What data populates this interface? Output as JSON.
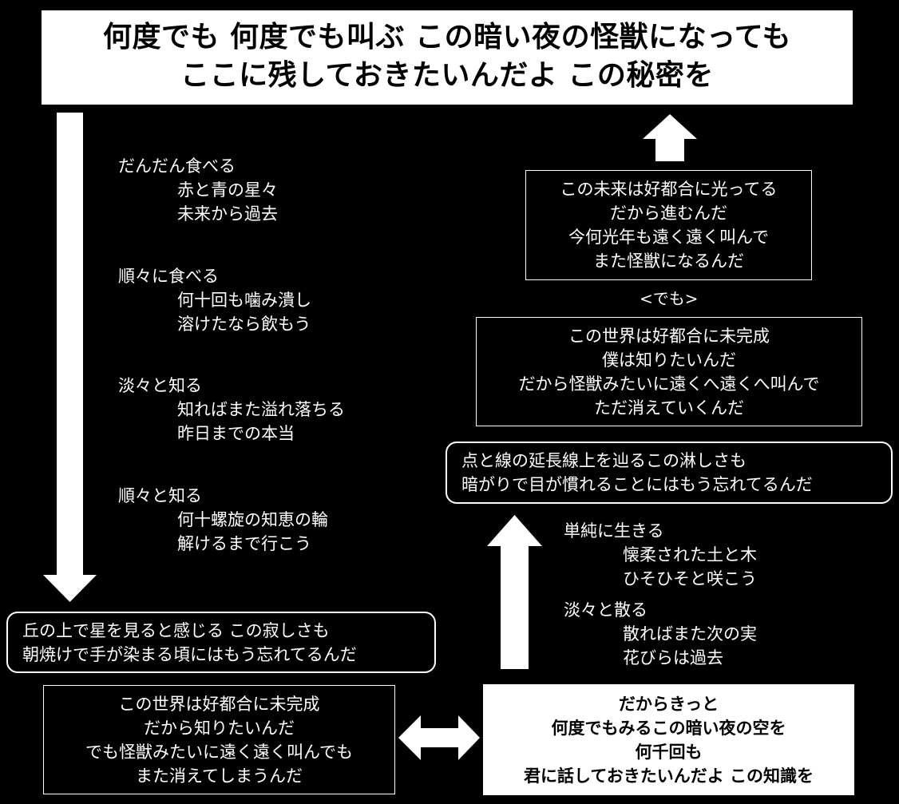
{
  "title": {
    "line1": "何度でも 何度でも叫ぶ この暗い夜の怪獣になっても",
    "line2": "ここに残しておきたいんだよ この秘密を"
  },
  "left_stanzas": [
    {
      "first": "だんだん食べる",
      "lines": [
        "赤と青の星々",
        "未来から過去"
      ]
    },
    {
      "first": "順々に食べる",
      "lines": [
        "何十回も噛み潰し",
        "溶けたなら飲もう"
      ]
    },
    {
      "first": "淡々と知る",
      "lines": [
        "知ればまた溢れ落ちる",
        "昨日までの本当"
      ]
    },
    {
      "first": "順々と知る",
      "lines": [
        "何十螺旋の知恵の輪",
        "解けるまで行こう"
      ]
    }
  ],
  "hill_box": {
    "line1": "丘の上で星を見ると感じる この寂しさも",
    "line2": "朝焼けで手が染まる頃にはもう忘れてるんだ"
  },
  "bottom_left_box": {
    "lines": [
      "この世界は好都合に未完成",
      "だから知りたいんだ",
      "でも怪獣みたいに遠く遠く叫んでも",
      "また消えてしまうんだ"
    ]
  },
  "bottom_right_box": {
    "lines": [
      "だからきっと",
      "何度でもみるこの暗い夜の空を",
      "何千回も",
      "君に話しておきたいんだよ この知識を"
    ]
  },
  "right_stanzas": [
    {
      "first": "単純に生きる",
      "lines": [
        "懐柔された土と木",
        "ひそひそと咲こう"
      ]
    },
    {
      "first": "淡々と散る",
      "lines": [
        "散ればまた次の実",
        "花びらは過去"
      ]
    }
  ],
  "dots_box": {
    "line1": "点と線の延長線上を辿るこの淋しさも",
    "line2": "暗がりで目が慣れることにはもう忘れてるんだ"
  },
  "world_box": {
    "lines": [
      "この世界は好都合に未完成",
      "僕は知りたいんだ",
      "だから怪獣みたいに遠くへ遠くへ叫んで",
      "ただ消えていくんだ"
    ]
  },
  "but_label": "<でも>",
  "future_box": {
    "lines": [
      "この未来は好都合に光ってる",
      "だから進むんだ",
      "今何光年も遠く遠く叫んで",
      "また怪獣になるんだ"
    ]
  }
}
